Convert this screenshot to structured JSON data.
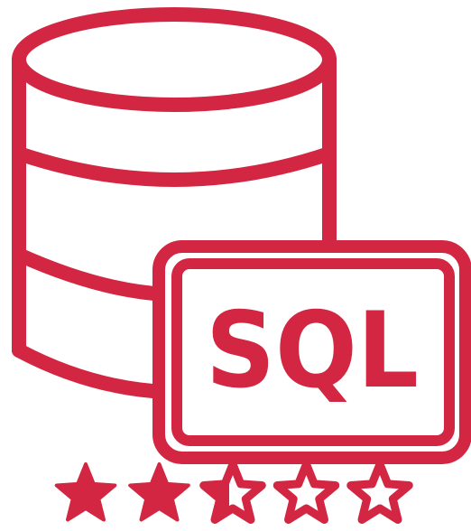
{
  "icon": {
    "name": "sql-database-icon",
    "label": "SQL",
    "color": "#d22642",
    "background": "#ffffff"
  },
  "rating": {
    "value": 2.5,
    "max": 5
  }
}
